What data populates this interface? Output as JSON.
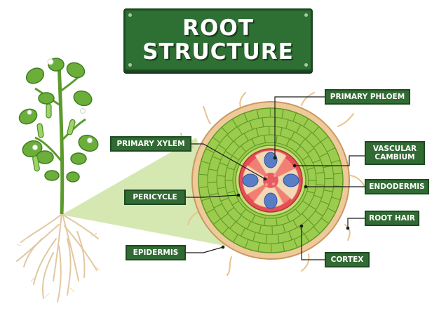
{
  "title": {
    "line1": "ROOT",
    "line2": "STRUCTURE"
  },
  "labels": {
    "primary_phloem": "PRIMARY PHLOEM",
    "primary_xylem": "PRIMARY XYLEM",
    "vascular_cambium_line1": "VASCULAR",
    "vascular_cambium_line2": "CAMBIUM",
    "endodermis": "ENDODERMIS",
    "pericycle": "PERICYCLE",
    "root_hair": "ROOT HAIR",
    "epidermis": "EPIDERMIS",
    "cortex": "CORTEX"
  },
  "colors": {
    "board": "#2e6f33",
    "board_border": "#1d4a22",
    "leaf": "#6cae3a",
    "leaf_dark": "#3f7d21",
    "stem": "#5b9a2c",
    "root": "#e3cba6",
    "epidermis": "#e9c79b",
    "cortex": "#9ccc4e",
    "cortex_line": "#5e9a26",
    "endodermis": "#b8d86a",
    "pericycle": "#e94f56",
    "xylem": "#5a7ec6",
    "phloem": "#f2d6b6",
    "highlight": "#cde3a3"
  }
}
